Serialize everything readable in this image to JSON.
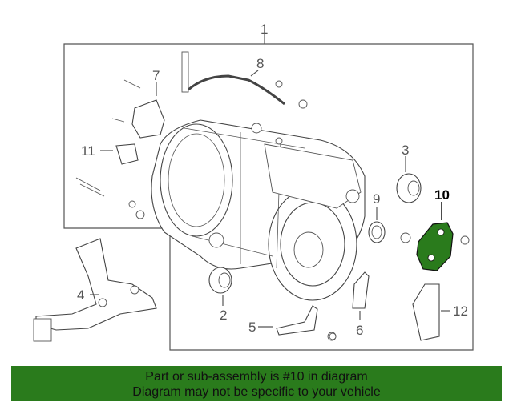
{
  "diagram": {
    "callouts": {
      "c1": "1",
      "c2": "2",
      "c3": "3",
      "c4": "4",
      "c5": "5",
      "c6": "6",
      "c7": "7",
      "c8": "8",
      "c9": "9",
      "c10": "10",
      "c11": "11",
      "c12": "12"
    },
    "highlighted_part": "10",
    "highlight_color": "#2a7b1c"
  },
  "banner": {
    "line1": "Part or sub-assembly is #10 in diagram",
    "line2": "Diagram may not be specific to your vehicle",
    "background": "#2a7b1c"
  }
}
